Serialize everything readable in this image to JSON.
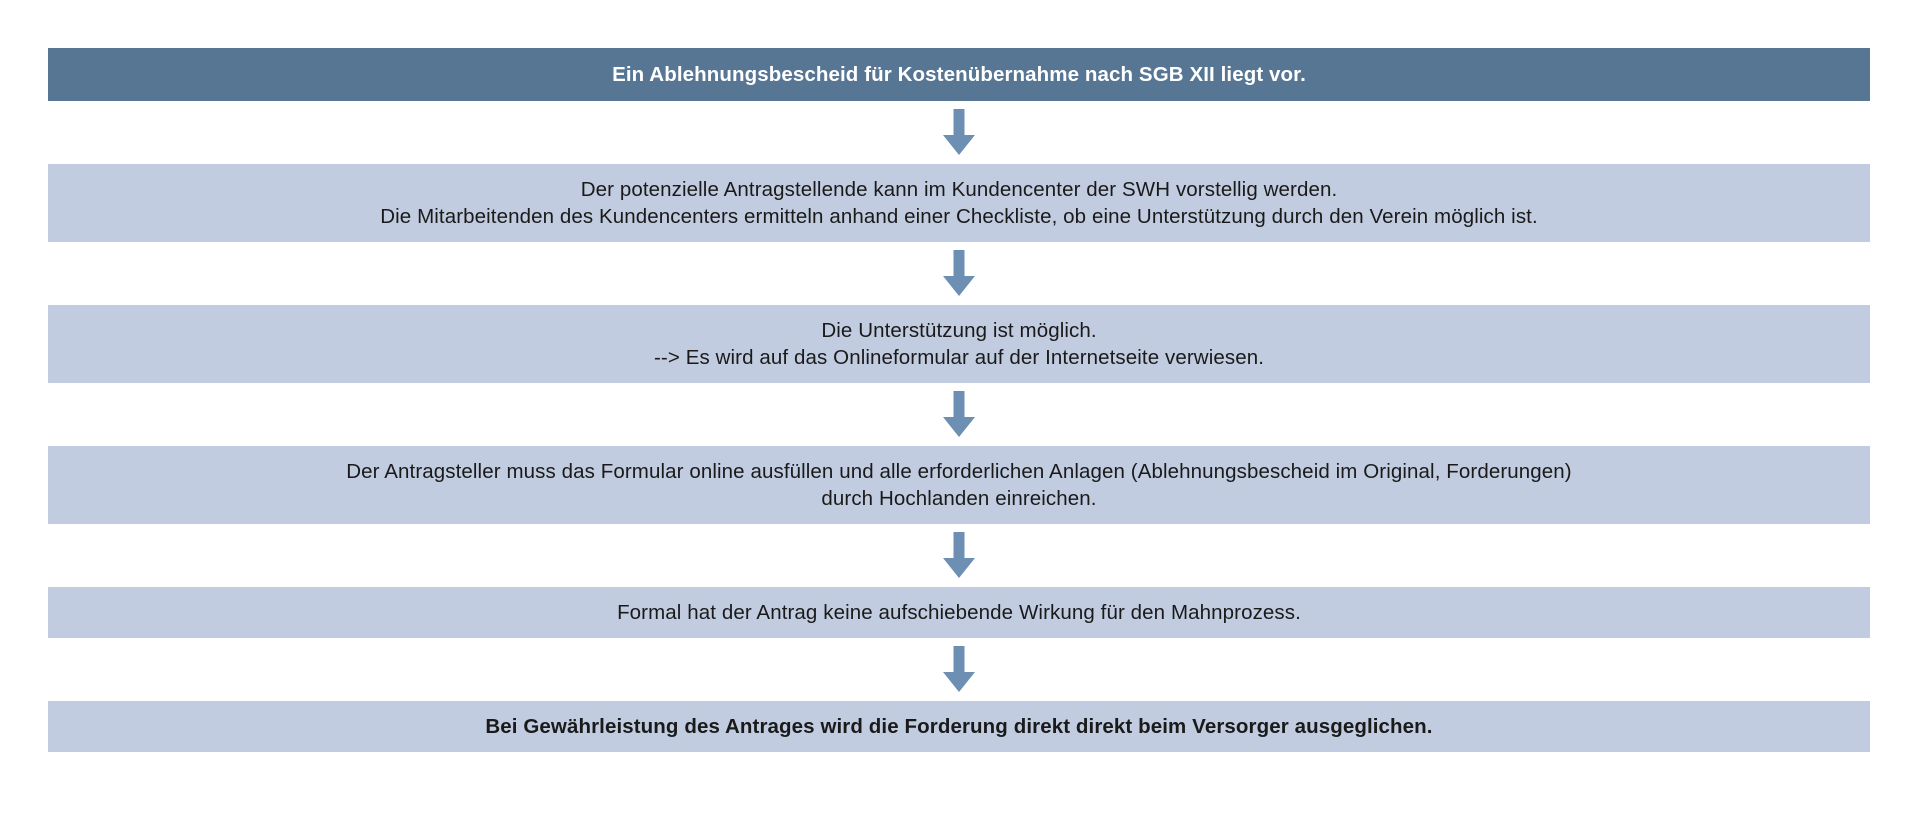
{
  "diagram": {
    "type": "flowchart",
    "orientation": "vertical-top-down",
    "colors": {
      "header_background": "#577694",
      "header_text": "#ffffff",
      "node_background": "#c1cce0",
      "node_text": "#1a1a1a",
      "arrow": "#6d8fb3",
      "page_background": "#ffffff"
    },
    "nodes": [
      {
        "id": "node-1",
        "role": "start",
        "bold": true,
        "lines": [
          "Ein Ablehnungsbescheid für Kostenübernahme nach SGB XII liegt vor."
        ]
      },
      {
        "id": "node-2",
        "role": "step",
        "bold": false,
        "lines": [
          "Der potenzielle Antragstellende kann im Kundencenter der SWH vorstellig werden.",
          "Die Mitarbeitenden des Kundencenters ermitteln anhand einer Checkliste, ob eine Unterstützung durch den Verein möglich ist."
        ]
      },
      {
        "id": "node-3",
        "role": "step",
        "bold": false,
        "lines": [
          "Die Unterstützung ist möglich.",
          "--> Es wird auf das Onlineformular auf der Internetseite verwiesen."
        ]
      },
      {
        "id": "node-4",
        "role": "step",
        "bold": false,
        "lines": [
          "Der Antragsteller muss das Formular online ausfüllen und alle erforderlichen Anlagen (Ablehnungsbescheid im Original, Forderungen)",
          "durch Hochlanden einreichen."
        ]
      },
      {
        "id": "node-5",
        "role": "step",
        "bold": false,
        "lines": [
          "Formal hat der Antrag keine aufschiebende Wirkung für den Mahnprozess."
        ]
      },
      {
        "id": "node-6",
        "role": "final",
        "bold": true,
        "lines": [
          "Bei Gewährleistung des Antrages wird die Forderung direkt direkt beim Versorger ausgeglichen."
        ]
      }
    ],
    "connectors": [
      {
        "id": "arrow-1",
        "from": "node-1",
        "to": "node-2",
        "icon": "down-arrow-icon"
      },
      {
        "id": "arrow-2",
        "from": "node-2",
        "to": "node-3",
        "icon": "down-arrow-icon"
      },
      {
        "id": "arrow-3",
        "from": "node-3",
        "to": "node-4",
        "icon": "down-arrow-icon"
      },
      {
        "id": "arrow-4",
        "from": "node-4",
        "to": "node-5",
        "icon": "down-arrow-icon"
      },
      {
        "id": "arrow-5",
        "from": "node-5",
        "to": "node-6",
        "icon": "down-arrow-icon"
      }
    ]
  }
}
